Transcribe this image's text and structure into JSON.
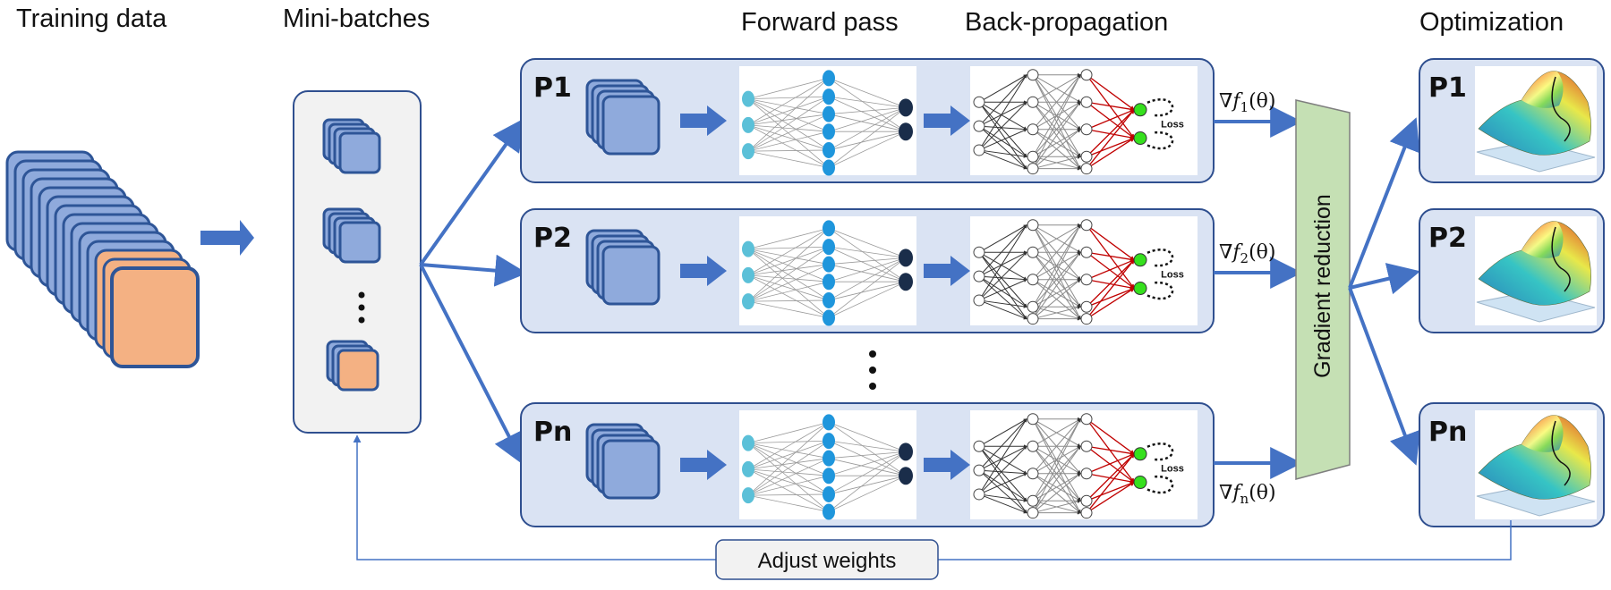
{
  "headers": {
    "training_data": "Training data",
    "mini_batches": "Mini-batches",
    "forward_pass": "Forward pass",
    "back_propagation": "Back-propagation",
    "optimization": "Optimization"
  },
  "processors": [
    {
      "label": "P1",
      "gradient": "∇f",
      "gradient_sub": "1",
      "gradient_arg": "(θ)",
      "loss": "Loss"
    },
    {
      "label": "P2",
      "gradient": "∇f",
      "gradient_sub": "2",
      "gradient_arg": "(θ)",
      "loss": "Loss"
    },
    {
      "label": "Pn",
      "gradient": "∇f",
      "gradient_sub": "n",
      "gradient_arg": "(θ)",
      "loss": "Loss"
    }
  ],
  "optimization_nodes": [
    "P1",
    "P2",
    "Pn"
  ],
  "gradient_reduction_label": "Gradient reduction",
  "adjust_weights_label": "Adjust weights",
  "colors": {
    "panel_fill": "#dae3f3",
    "panel_border": "#2f4f8f",
    "card_fill": "#8faadc",
    "card_border": "#2e5597",
    "orange_fill": "#f4b183",
    "arrow": "#4472c4",
    "reduction_fill": "#c5e0b4",
    "minibatch_panel": "#f2f2f2"
  }
}
